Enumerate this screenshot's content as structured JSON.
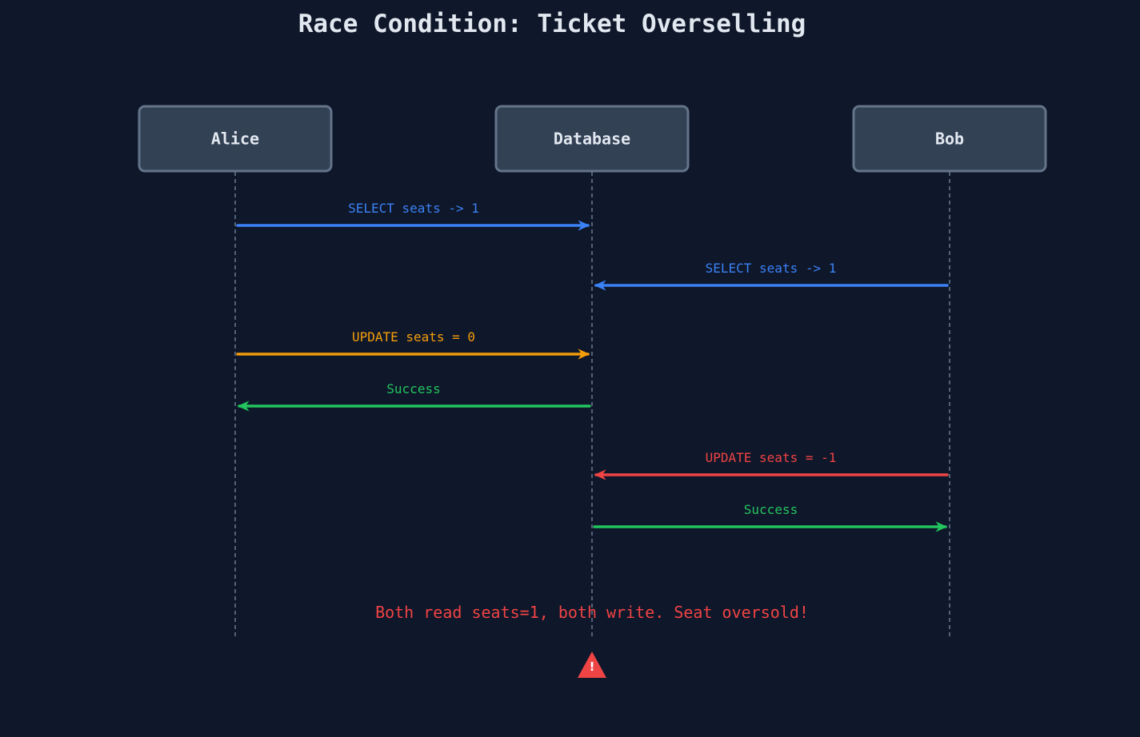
{
  "title": "Race Condition: Ticket Overselling",
  "actors": [
    {
      "id": "alice",
      "label": "Alice"
    },
    {
      "id": "database",
      "label": "Database"
    },
    {
      "id": "bob",
      "label": "Bob"
    }
  ],
  "messages": [
    {
      "from": "alice",
      "to": "database",
      "label": "SELECT seats -> 1",
      "color": "#3b82f6"
    },
    {
      "from": "bob",
      "to": "database",
      "label": "SELECT seats -> 1",
      "color": "#3b82f6"
    },
    {
      "from": "alice",
      "to": "database",
      "label": "UPDATE seats = 0",
      "color": "#f59e0b"
    },
    {
      "from": "database",
      "to": "alice",
      "label": "Success",
      "color": "#22c55e"
    },
    {
      "from": "bob",
      "to": "database",
      "label": "UPDATE seats = -1",
      "color": "#ef4444"
    },
    {
      "from": "database",
      "to": "bob",
      "label": "Success",
      "color": "#22c55e"
    }
  ],
  "note": {
    "text": "Both read seats=1, both write. Seat oversold!",
    "color": "#ef4444"
  },
  "warning": {
    "icon": "warning-triangle-icon",
    "glyph": "!",
    "color": "#ef4444"
  },
  "colors": {
    "background": "#0f172a",
    "actor_fill": "#334155",
    "actor_border": "#64748b",
    "text": "#e2e8f0"
  }
}
